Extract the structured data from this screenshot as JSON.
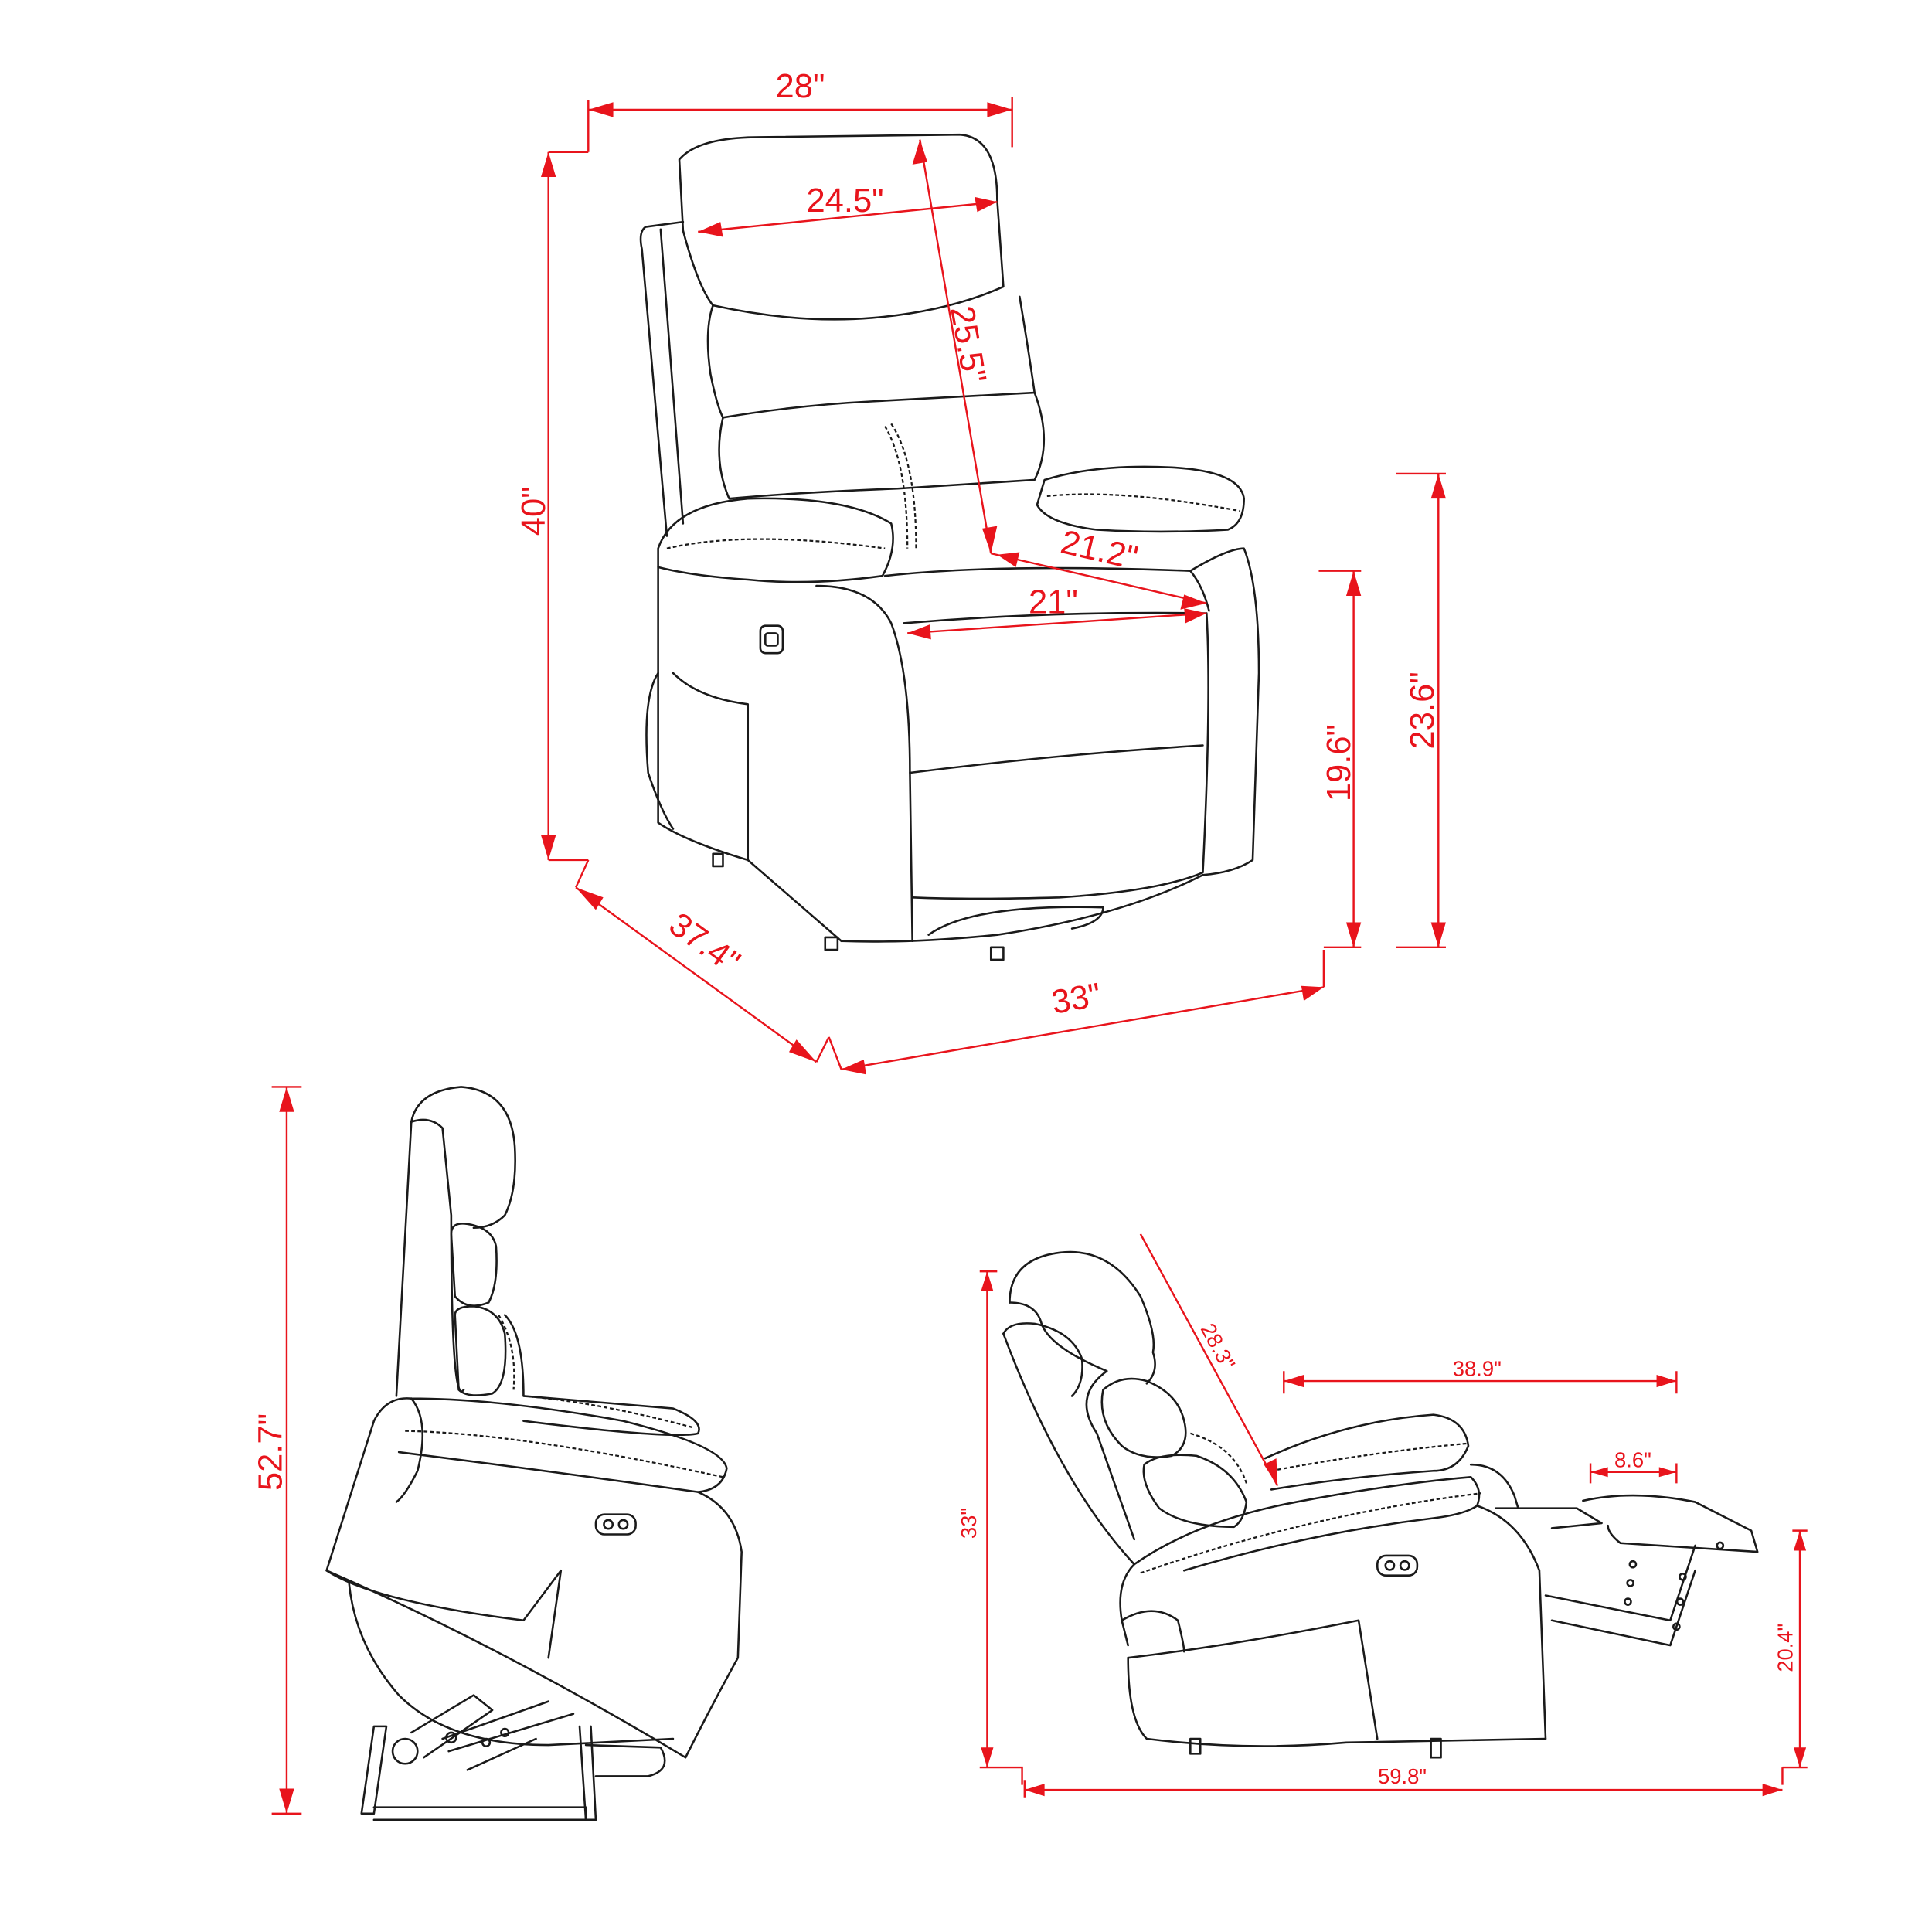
{
  "colors": {
    "dimension": "#e8141c",
    "outline": "#1a1a1a",
    "background": "#ffffff"
  },
  "front_view": {
    "overall_width": "28\"",
    "headrest_width": "24.5\"",
    "backrest_height": "25.5\"",
    "overall_height": "40\"",
    "seat_depth": "21.2\"",
    "seat_width": "21\"",
    "seat_height": "19.6\"",
    "arm_height": "23.6\"",
    "overall_depth": "37.4\"",
    "base_width": "33\""
  },
  "lift_view": {
    "lifted_height": "52.7\""
  },
  "reclined_view": {
    "back_length": "28.3\"",
    "footrest_extension": "38.9\"",
    "footrest_length": "8.6\"",
    "reclined_height": "33\"",
    "footrest_height": "20.4\"",
    "reclined_length": "59.8\""
  },
  "icons": [
    "power-button-icon",
    "arrow-icon"
  ]
}
